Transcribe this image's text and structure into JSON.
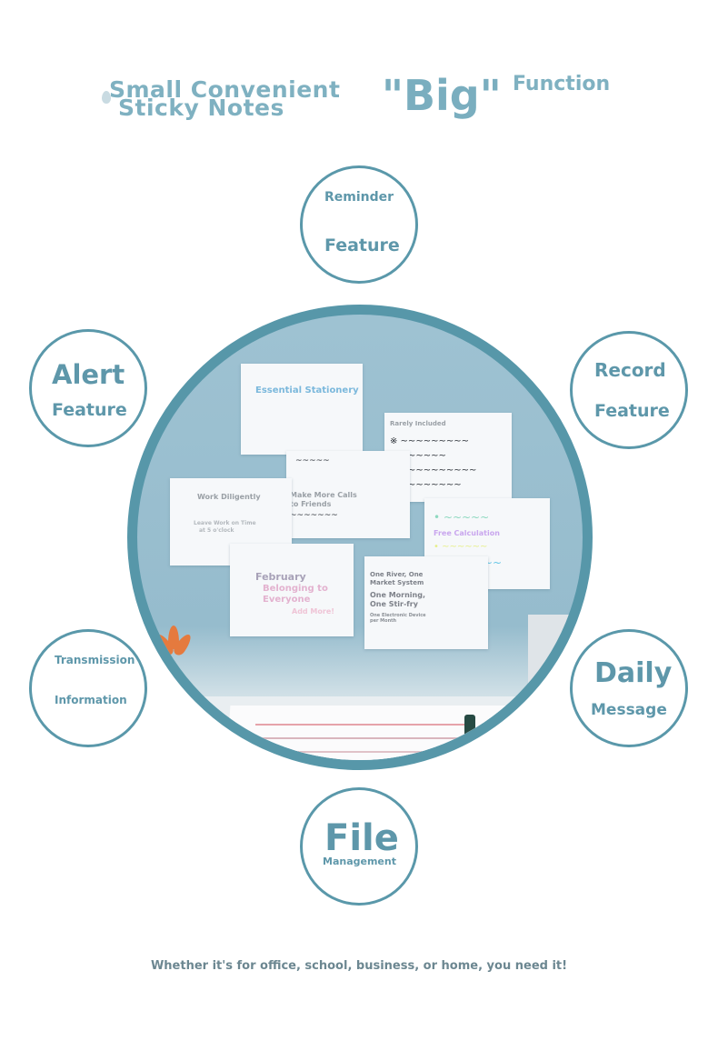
{
  "headline": {
    "line1": "Small Convenient",
    "line2": "Sticky Notes",
    "big": "\"Big\"",
    "function": "Function"
  },
  "features": [
    {
      "line1": "Reminder",
      "line2": "Feature"
    },
    {
      "line1": "Alert",
      "line2": "Feature"
    },
    {
      "line1": "Record",
      "line2": "Feature"
    },
    {
      "line1": "Transmission",
      "line2": "Information"
    },
    {
      "line1": "Daily",
      "line2": "Message"
    },
    {
      "line1": "File",
      "line2": "Management"
    }
  ],
  "notes": {
    "essential": "Essential Stationery",
    "rarely": "Rarely Included",
    "work": "Work Diligently",
    "leave": "Leave Work on Time",
    "at": "at 5 o'clock",
    "calls": "Make More Calls",
    "friends": "to Friends",
    "february": "February",
    "belonging": "Belonging to",
    "everyone": "Everyone",
    "add": "Add More!",
    "river": "One River, One",
    "market": "Market System",
    "morning": "One Morning,",
    "stir": "One Stir-fry",
    "service": "One Electronic Device",
    "month": "per Month",
    "free": "Free Calculation"
  },
  "footer": "Whether it's for office, school, business, or home, you need it!",
  "colors": {
    "accent": "#5a98aa",
    "title": "#7fb1c1",
    "wall": "#9ec2d2",
    "footer_text": "#6c8791"
  }
}
